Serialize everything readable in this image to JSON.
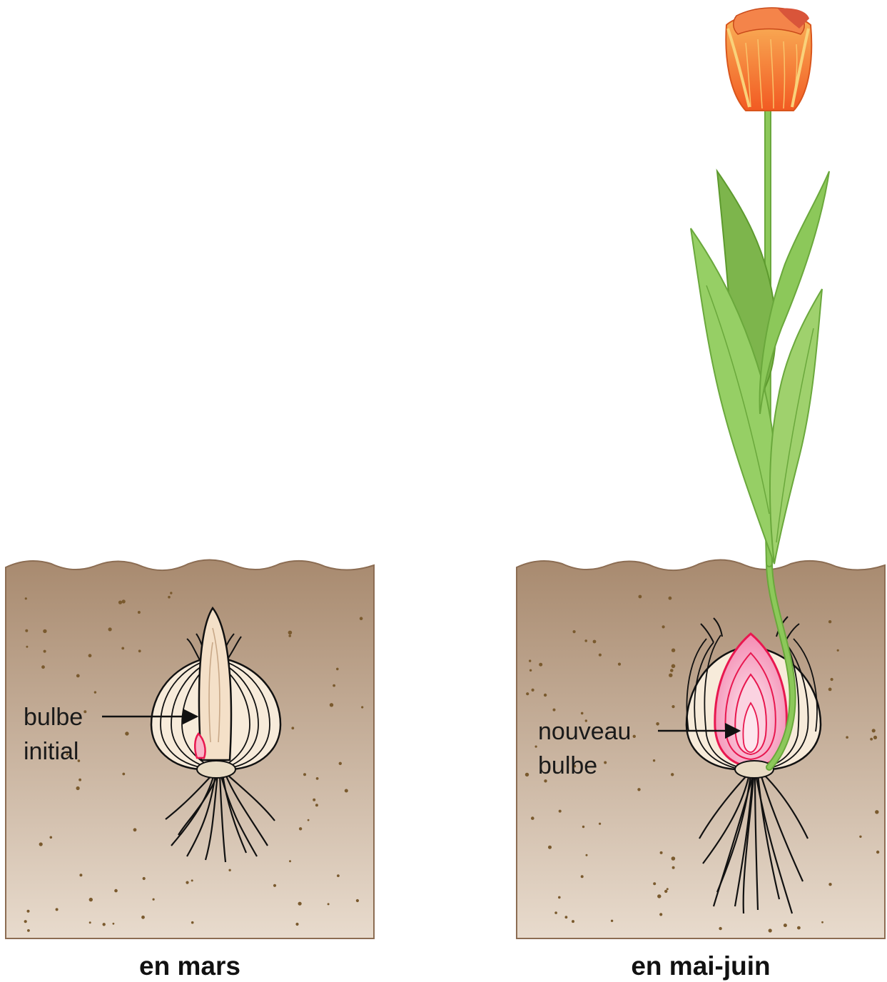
{
  "colors": {
    "soil_top": "#a88a6f",
    "soil_bottom": "#e8dbcd",
    "soil_edge": "#8c6d53",
    "grain": "#7a5a2e",
    "bulb_scale": "#f4e3cc",
    "new_bulb": "#f7a6c4",
    "new_bulb_edge": "#e8174f",
    "leaf": "#8cc85a",
    "leaf_dark": "#6aa83c",
    "petal": "#f46a2a",
    "petal_light": "#f9b45a"
  },
  "panels": [
    {
      "id": "march",
      "caption": "en mars",
      "label_line1": "bulbe",
      "label_line2": "initial"
    },
    {
      "id": "may_june",
      "caption": "en mai-juin",
      "label_line1": "nouveau",
      "label_line2": "bulbe"
    }
  ]
}
